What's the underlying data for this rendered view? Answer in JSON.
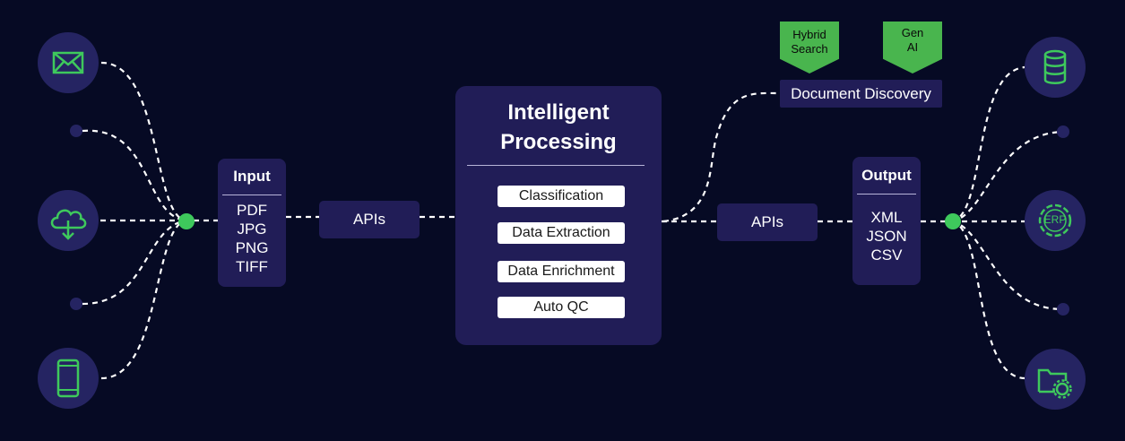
{
  "input": {
    "title": "Input",
    "formats": [
      "PDF",
      "JPG",
      "PNG",
      "TIFF"
    ]
  },
  "apis_left": "APIs",
  "apis_right": "APIs",
  "processing": {
    "title_line1": "Intelligent",
    "title_line2": "Processing",
    "steps": [
      "Classification",
      "Data Extraction",
      "Data Enrichment",
      "Auto QC"
    ]
  },
  "output": {
    "title": "Output",
    "formats": [
      "XML",
      "JSON",
      "CSV"
    ]
  },
  "discovery": {
    "label": "Document Discovery",
    "tags": [
      {
        "line1": "Hybrid",
        "line2": "Search"
      },
      {
        "line1": "Gen",
        "line2": "AI"
      }
    ]
  },
  "sources": {
    "icons": [
      "mail-icon",
      "cloud-download-icon",
      "mobile-phone-icon"
    ]
  },
  "destinations": {
    "icons": [
      "database-icon",
      "erp-gear-icon",
      "folder-settings-icon"
    ],
    "erp_label": "ERP"
  },
  "colors": {
    "background": "#060a24",
    "panel": "#211d57",
    "circle": "#252462",
    "accent": "#3ec95c",
    "tag": "#49b54e"
  }
}
